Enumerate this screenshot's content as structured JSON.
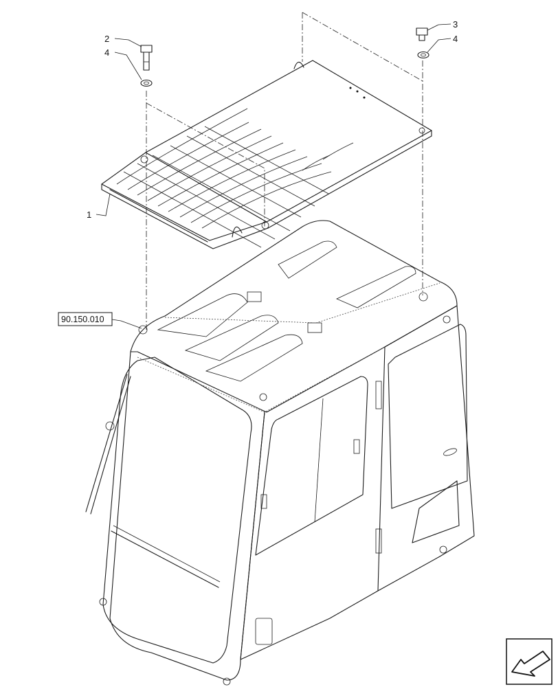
{
  "figure": {
    "callouts": {
      "part1": "1",
      "part2": "2",
      "part3": "3",
      "part4_left": "4",
      "part4_right": "4"
    },
    "reference_box": "90.150.010",
    "icons": {
      "view_direction": "arrow-return-icon"
    }
  }
}
